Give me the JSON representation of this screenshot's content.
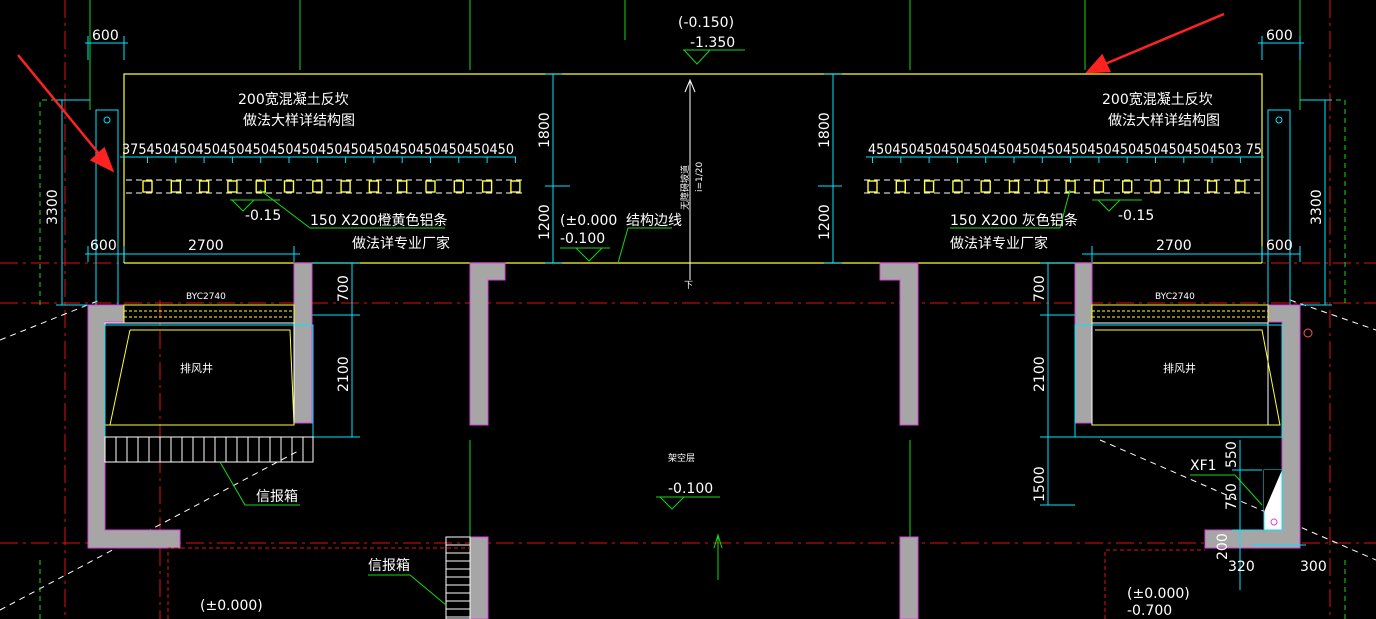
{
  "colors": {
    "background": "#000000",
    "dimension": "#00e5ff",
    "slab_outline": "#ffff33",
    "axis_red": "#e01010",
    "axis_green": "#14d814",
    "wall_fill": "#a6a6a6",
    "wall_edge": "#e040e0",
    "annotation_text": "#ffffff",
    "arrow_red": "#ff2222",
    "leader_green": "#14d814"
  },
  "elevations": {
    "top_paren": "(-0.150)",
    "top_value": "-1.350",
    "left_gutter": "-0.15",
    "right_gutter": "-0.15",
    "mid_paren": "(±0.000",
    "mid_value": "-0.100",
    "center_floor": "-0.100",
    "bl_paren": "(±0.000)",
    "br_paren": "(±0.000)",
    "br_value": "-0.700"
  },
  "dims": {
    "d600_tl": "600",
    "d600_tr": "600",
    "d600_ml": "600",
    "d600_mr": "600",
    "d2700_l": "2700",
    "d2700_r": "2700",
    "d3300_l": "3300",
    "d3300_r": "3300",
    "d1800_a": "1800",
    "d1200_a": "1200",
    "d1800_b": "1800",
    "d1200_b": "1200",
    "d700_l": "700",
    "d2100_l": "2100",
    "d700_r": "700",
    "d2100_r": "2100",
    "d1500_r": "1500",
    "d550": "550",
    "d750": "750",
    "d200": "200",
    "d320": "320",
    "d300": "300",
    "left_spacing": "375450450450450450450450450450450450450450450450",
    "right_spacing": "4504504504504504504504504504504504504504504503 75"
  },
  "notes": {
    "left_top_1": "200宽混凝土反坎",
    "left_top_2": "做法大样详结构图",
    "right_top_1": "200宽混凝土反坎",
    "right_top_2": "做法大样详结构图",
    "left_strip_1": "150 X200橙黄色铝条",
    "left_strip_2": "做法详专业厂家",
    "right_strip_1": "150 X200 灰色铝条",
    "right_strip_2": "做法详专业厂家",
    "structure_edge": "结构边线",
    "ramp_1": "无障碍坡道",
    "ramp_2": "i=1/20",
    "down": "下",
    "byc_left": "BYC2740",
    "byc_right": "BYC2740",
    "shaft_left": "排风井",
    "shaft_right": "排风井",
    "mailbox_1": "信报箱",
    "mailbox_2": "信报箱",
    "stilt_floor": "架空层",
    "xf1": "XF1"
  }
}
